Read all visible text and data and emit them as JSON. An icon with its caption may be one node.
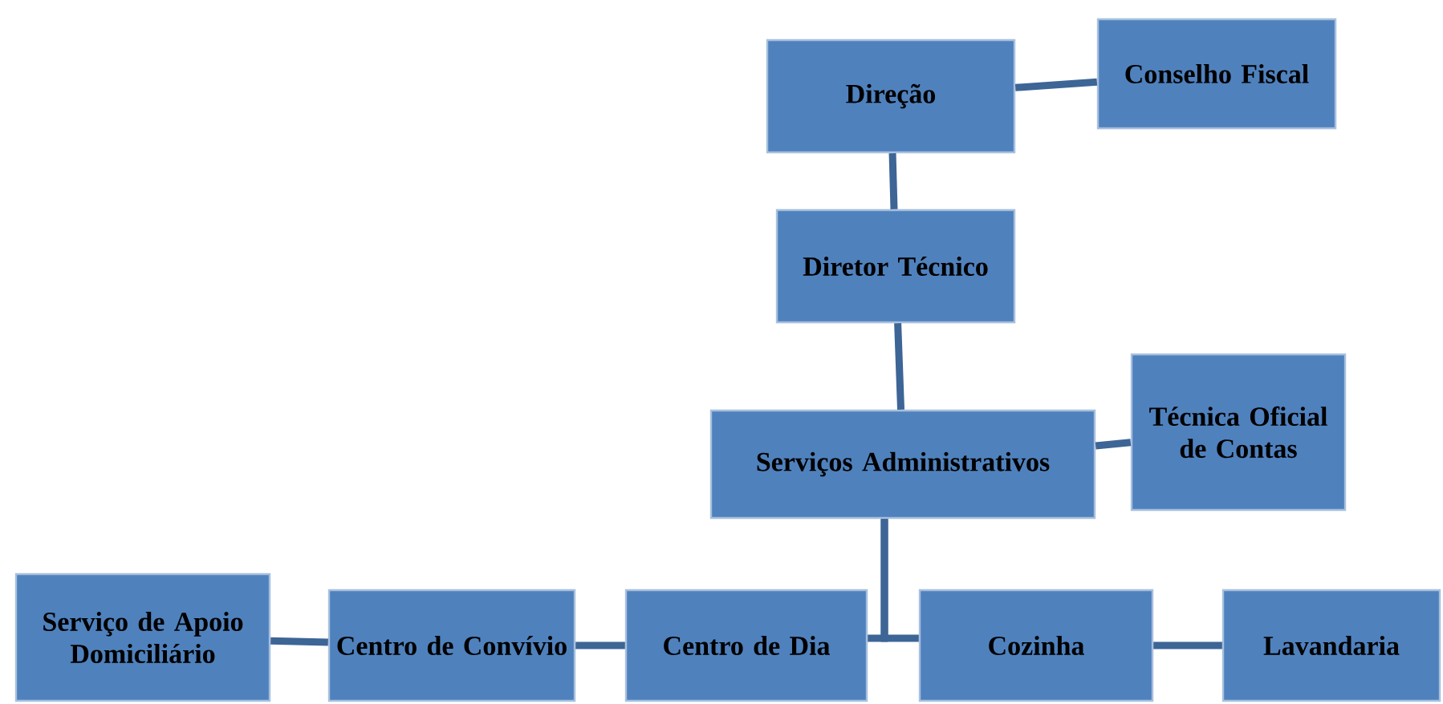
{
  "diagram": {
    "nodes": [
      {
        "text": [
          "Direção"
        ]
      },
      {
        "text": [
          "Conselho Fiscal"
        ]
      },
      {
        "text": [
          "Diretor Técnico"
        ]
      },
      {
        "text": [
          "Serviços Administrativos"
        ]
      },
      {
        "text": [
          "Técnica Oficial de Contas"
        ]
      },
      {
        "text": [
          "Serviço de Apoio Domiciliário"
        ]
      },
      {
        "text": [
          "Centro de Convívio"
        ]
      },
      {
        "text": [
          "Centro de Dia"
        ]
      },
      {
        "text": [
          "Cozinha"
        ]
      },
      {
        "text": [
          "Lavandaria"
        ]
      }
    ],
    "edges": [
      {
        "from": 0,
        "to": 1,
        "arrow": "none"
      },
      {
        "from": 0,
        "to": 2,
        "arrow": "none"
      },
      {
        "from": 2,
        "to": 3,
        "arrow": "none"
      },
      {
        "from": 3,
        "to": 4,
        "arrow": "none"
      },
      {
        "from": 3,
        "to": 7,
        "arrow": "none"
      },
      {
        "from": 3,
        "to": 8,
        "arrow": "none"
      },
      {
        "from": 5,
        "to": 6,
        "arrow": "none"
      },
      {
        "from": 6,
        "to": 7,
        "arrow": "none"
      },
      {
        "from": 8,
        "to": 9,
        "arrow": "none"
      }
    ]
  }
}
